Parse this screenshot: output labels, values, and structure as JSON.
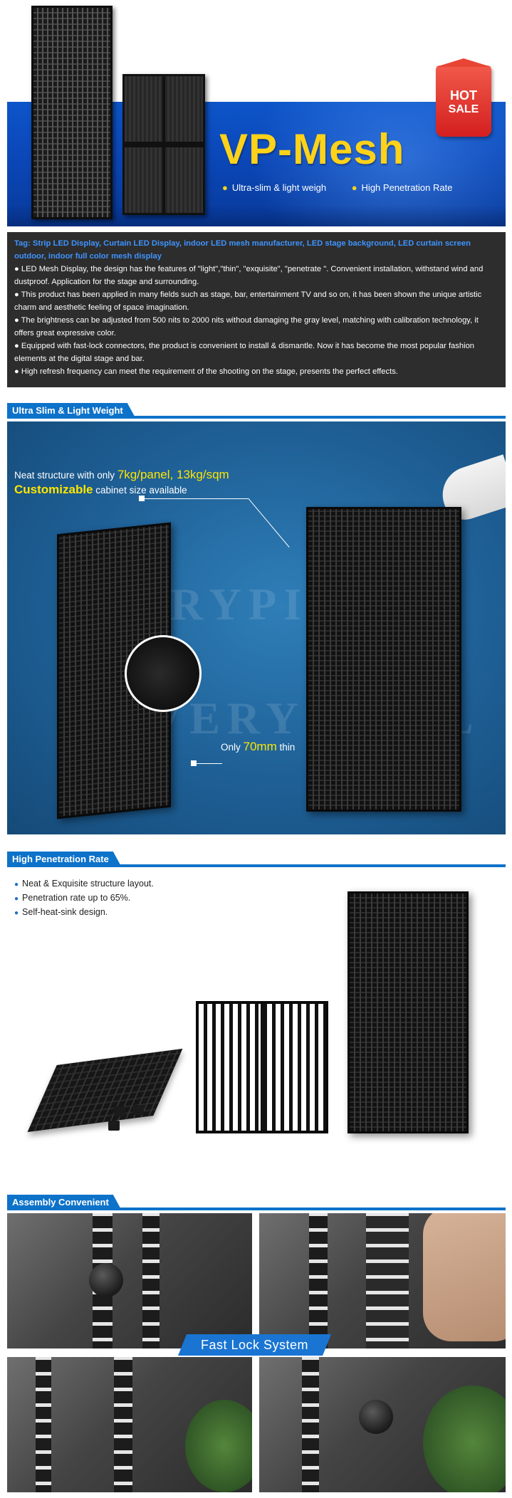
{
  "hero": {
    "title": "VP-Mesh",
    "features": [
      "Ultra-slim & light weigh",
      "High Penetration Rate"
    ],
    "badge": {
      "line1": "HOT",
      "line2": "SALE"
    },
    "colors": {
      "band": "#0b47b8",
      "title": "#ffd21a",
      "badge": "#d41f1f"
    }
  },
  "description": {
    "tag": "Tag: Strip LED Display, Curtain LED Display, indoor LED mesh manufacturer, LED stage background, LED curtain screen outdoor, indoor full color mesh display",
    "bullets": [
      "● LED Mesh Display, the design has the features of \"light\",\"thin\", \"exquisite\", \"penetrate \". Convenient installation, withstand wind and dustproof. Application for the stage and surrounding.",
      "● This product has been applied in many fields such as stage, bar, entertainment TV and so on, it has been shown the unique artistic charm and aesthetic feeling of space imagination.",
      "● The brightness can be adjusted from 500 nits to 2000 nits without damaging the gray level, matching with calibration technology, it offers great expressive color.",
      "● Equipped with fast-lock connectors, the product is convenient to install & dismantle. Now it has become the most popular fashion elements at the digital stage and bar.",
      "● High refresh frequency can meet the requirement of the shooting on the stage, presents the perfect effects."
    ]
  },
  "slim": {
    "header": "Ultra Slim & Light Weight",
    "line1_prefix": "Neat structure with only ",
    "line1_highlight": "7kg/panel, 13kg/sqm",
    "line2_highlight": "Customizable",
    "line2_suffix": " cabinet size available",
    "thin_prefix": "Only ",
    "thin_highlight": "70mm",
    "thin_suffix": " thin",
    "watermark": "VERYPIXEL"
  },
  "penetration": {
    "header": "High Penetration Rate",
    "bullets": [
      "Neat & Exquisite structure layout.",
      "Penetration rate up to 65%.",
      "Self-heat-sink design."
    ]
  },
  "assembly": {
    "header": "Assembly Convenient",
    "caption": "Fast Lock System"
  }
}
